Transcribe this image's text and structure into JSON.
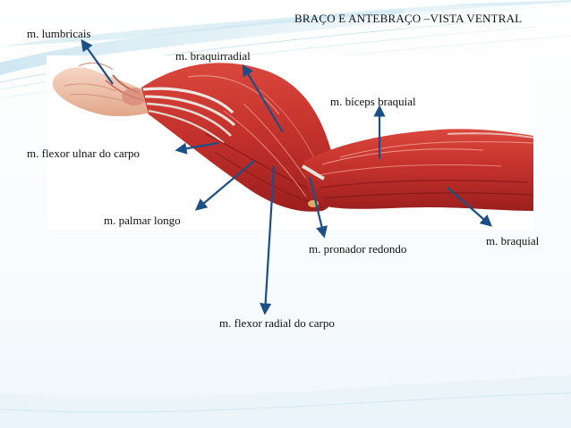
{
  "title": "BRAÇO E ANTEBRAÇO –VISTA VENTRAL",
  "labels": {
    "lumbricais": "m. lumbricais",
    "braquirradial": "m. braquirradial",
    "biceps": "m. bíceps braquial",
    "flexor_ulnar": "m. flexor ulnar do carpo",
    "palmar_longo": "m. palmar longo",
    "pronador": "m. pronador redondo",
    "braquial": "m. braquial",
    "flexor_radial": "m. flexor radial do carpo"
  },
  "colors": {
    "arrow": "#1c4f86",
    "muscle": "#c8332e",
    "skin": "#efc3ad",
    "tendon": "#e9e4df"
  }
}
